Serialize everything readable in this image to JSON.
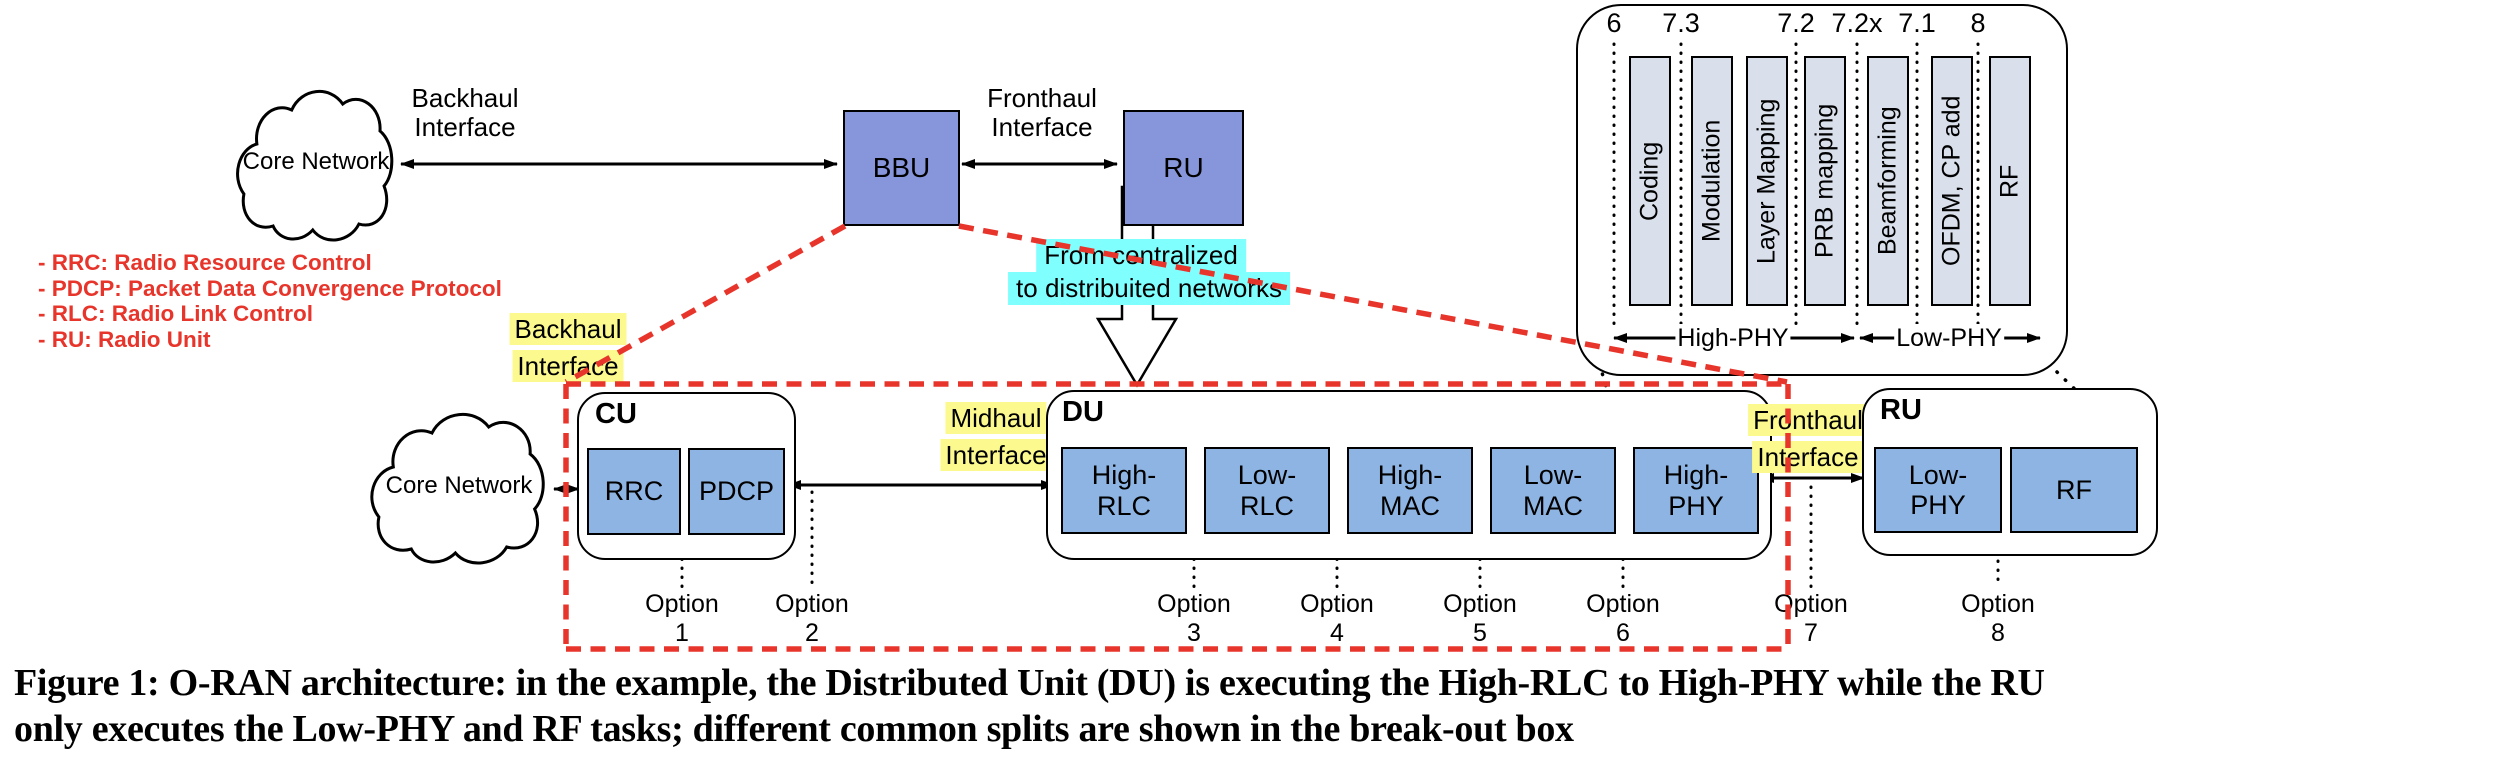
{
  "colors": {
    "top_box_fill": "#8796DB",
    "bottom_box_fill": "#8DB4E2",
    "breakout_bar_fill": "#D9E0EB",
    "yellow_highlight": "#FCFA8F",
    "cyan_highlight": "#80FFFF",
    "red_accent": "#E8352B"
  },
  "top": {
    "core_network": "Core Network",
    "backhaul": {
      "l1": "Backhaul",
      "l2": "Interface"
    },
    "bbu": "BBU",
    "fronthaul": {
      "l1": "Fronthaul",
      "l2": "Interface"
    },
    "ru": "RU",
    "note": {
      "l1": "From centralized",
      "l2": "to distribuited networks"
    }
  },
  "legend": [
    "- RRC: Radio Resource Control",
    "- PDCP: Packet Data Convergence Protocol",
    "- RLC: Radio Link Control",
    "- RU: Radio Unit"
  ],
  "breakout": {
    "splits": [
      "6",
      "7.3",
      "7.2",
      "7.2x",
      "7.1",
      "8"
    ],
    "blocks": [
      "Coding",
      "Modulation",
      "Layer Mapping",
      "PRB mapping",
      "Beamforming",
      "OFDM, CP add",
      "RF"
    ],
    "high_phy": "High-PHY",
    "low_phy": "Low-PHY"
  },
  "bottom": {
    "core_network": "Core Network",
    "backhaul": {
      "l1": "Backhaul",
      "l2": "Interface"
    },
    "midhaul": {
      "l1": "Midhaul",
      "l2": "Interface"
    },
    "fronthaul": {
      "l1": "Fronthaul",
      "l2": "Interface"
    },
    "cu": {
      "title": "CU",
      "rrc": "RRC",
      "pdcp": "PDCP"
    },
    "du": {
      "title": "DU",
      "b1": {
        "l1": "High-",
        "l2": "RLC"
      },
      "b2": {
        "l1": "Low-",
        "l2": "RLC"
      },
      "b3": {
        "l1": "High-",
        "l2": "MAC"
      },
      "b4": {
        "l1": "Low-",
        "l2": "MAC"
      },
      "b5": {
        "l1": "High-",
        "l2": "PHY"
      }
    },
    "ru": {
      "title": "RU",
      "b1": {
        "l1": "Low-",
        "l2": "PHY"
      },
      "b2": "RF"
    },
    "options": [
      {
        "w": "Option",
        "n": "1"
      },
      {
        "w": "Option",
        "n": "2"
      },
      {
        "w": "Option",
        "n": "3"
      },
      {
        "w": "Option",
        "n": "4"
      },
      {
        "w": "Option",
        "n": "5"
      },
      {
        "w": "Option",
        "n": "6"
      },
      {
        "w": "Option",
        "n": "7"
      },
      {
        "w": "Option",
        "n": "8"
      }
    ]
  },
  "caption": {
    "l1": "Figure 1: O-RAN architecture: in the example, the Distributed Unit (DU) is executing the High-RLC to High-PHY while the RU",
    "l2": "only executes the Low-PHY and RF tasks; different common splits are shown in the break-out box"
  }
}
